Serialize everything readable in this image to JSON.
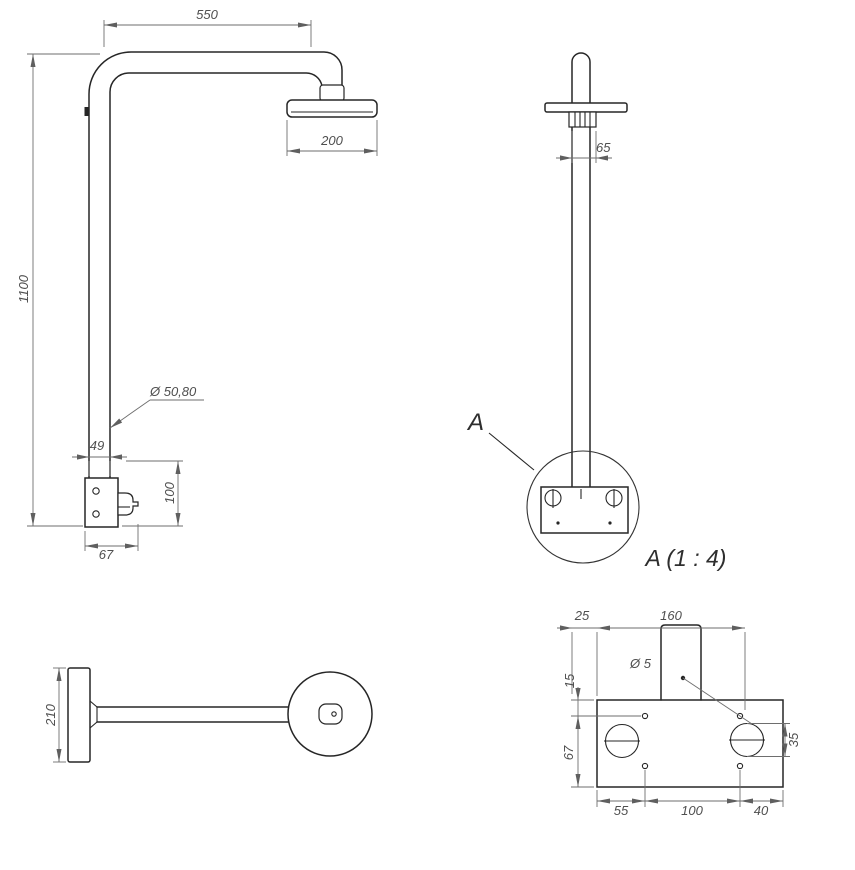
{
  "front_view": {
    "dim_top_width": "550",
    "dim_head_width": "200",
    "dim_height": "1100",
    "dim_pipe_diameter": "Ø 50,80",
    "dim_base_offset": "49",
    "dim_plate_height": "100",
    "dim_plate_width": "67"
  },
  "side_view": {
    "dim_head_depth": "65",
    "detail_marker": "A"
  },
  "top_view": {
    "dim_plate_length": "210"
  },
  "detail_view": {
    "title": "A (1 : 4)",
    "dim_edge_offset": "25",
    "dim_hole_span": "160",
    "dim_top_margin": "15",
    "dim_small_hole_diameter": "Ø 5",
    "dim_slot_height": "35",
    "dim_bottom_margin": "67",
    "dim_left_margin": "55",
    "dim_hole_pitch": "100",
    "dim_right_margin": "40"
  }
}
